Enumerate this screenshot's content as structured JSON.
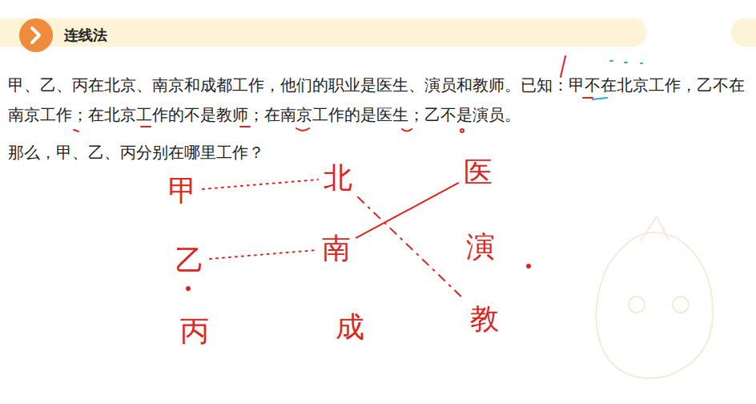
{
  "diagram": {
    "title": "连线法",
    "nodes": [
      {
        "text": [
          "甲"
        ]
      },
      {
        "text": [
          "北"
        ]
      },
      {
        "text": [
          "医"
        ]
      },
      {
        "text": [
          "乙"
        ]
      },
      {
        "text": [
          "南"
        ]
      },
      {
        "text": [
          "演"
        ]
      },
      {
        "text": [
          "丙"
        ]
      },
      {
        "text": [
          "成"
        ]
      },
      {
        "text": [
          "教"
        ]
      }
    ],
    "edges": [
      {
        "from": 0,
        "to": 1,
        "arrow": "none"
      },
      {
        "from": 3,
        "to": 4,
        "arrow": "none"
      },
      {
        "from": 4,
        "to": 2,
        "arrow": "none"
      },
      {
        "from": 1,
        "to": 8,
        "arrow": "none"
      }
    ],
    "labels": [
      "甲、乙、丙在北京、南京和成都工作，他们的职业是医生、演员和教师。已知：甲不在北京工作，乙不在南京工作；在北京工作的不是教师；在南京工作的是医生；乙不是演员。",
      "那么，甲、乙、丙分别在哪里工作？"
    ]
  }
}
